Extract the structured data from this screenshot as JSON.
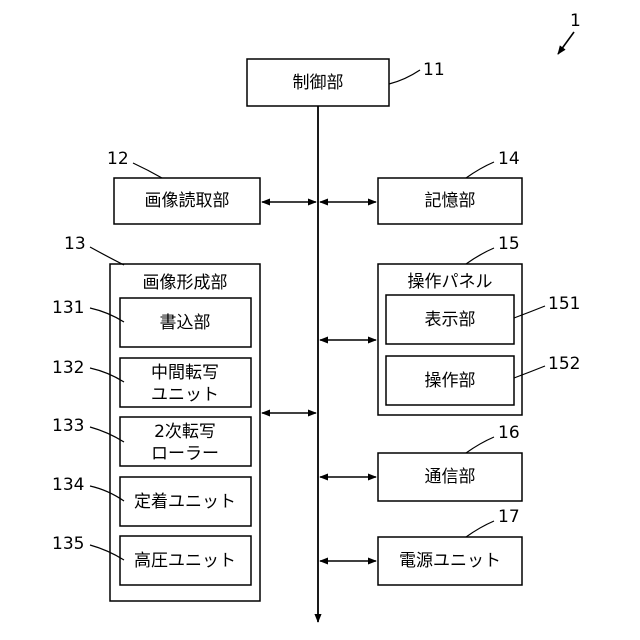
{
  "ref_main": "1",
  "control": {
    "label": "制御部",
    "ref": "11"
  },
  "image_reader": {
    "label": "画像読取部",
    "ref": "12"
  },
  "memory": {
    "label": "記憶部",
    "ref": "14"
  },
  "image_former": {
    "label": "画像形成部",
    "ref": "13",
    "units": [
      {
        "lines": [
          "書込部"
        ],
        "ref": "131"
      },
      {
        "lines": [
          "中間転写",
          "ユニット"
        ],
        "ref": "132"
      },
      {
        "lines": [
          "2次転写",
          "ローラー"
        ],
        "ref": "133"
      },
      {
        "lines": [
          "定着ユニット"
        ],
        "ref": "134"
      },
      {
        "lines": [
          "高圧ユニット"
        ],
        "ref": "135"
      }
    ]
  },
  "operation_panel": {
    "label": "操作パネル",
    "ref": "15",
    "units": [
      {
        "label": "表示部",
        "ref": "151"
      },
      {
        "label": "操作部",
        "ref": "152"
      }
    ]
  },
  "communication": {
    "label": "通信部",
    "ref": "16"
  },
  "power": {
    "label": "電源ユニット",
    "ref": "17"
  }
}
